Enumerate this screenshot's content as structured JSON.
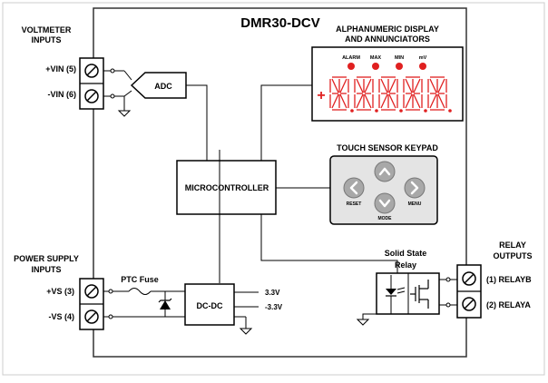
{
  "title": "DMR30-DCV",
  "labels": {
    "voltmeter_inputs_1": "VOLTMETER",
    "voltmeter_inputs_2": "INPUTS",
    "vin_pos": "+VIN (5)",
    "vin_neg": "-VIN (6)",
    "adc": "ADC",
    "display_1": "ALPHANUMERIC DISPLAY",
    "display_2": "AND ANNUNCIATORS",
    "keypad": "TOUCH SENSOR KEYPAD",
    "microcontroller": "MICROCONTROLLER",
    "power_inputs_1": "POWER SUPPLY",
    "power_inputs_2": "INPUTS",
    "vs_pos": "+VS (3)",
    "vs_neg": "-VS (4)",
    "ptc_fuse": "PTC Fuse",
    "dcdc": "DC-DC",
    "v33_pos": "3.3V",
    "v33_neg": "-3.3V",
    "ssr_1": "Solid State",
    "ssr_2": "Relay",
    "relay_outputs_1": "RELAY",
    "relay_outputs_2": "OUTPUTS",
    "relayb": "(1) RELAYB",
    "relaya": "(2) RELAYA",
    "plus_sign": "+"
  },
  "annunciators": [
    "ALARM",
    "MAX",
    "MIN",
    "mV"
  ],
  "keys": [
    "RESET",
    "MODE",
    "MENU"
  ],
  "colors": {
    "display_red": "#e02020",
    "display_bg": "#ffffff",
    "keypad_bg": "#e4e4e4",
    "key_fill": "#a8a8a8",
    "line": "#000000",
    "frame": "#333333"
  }
}
